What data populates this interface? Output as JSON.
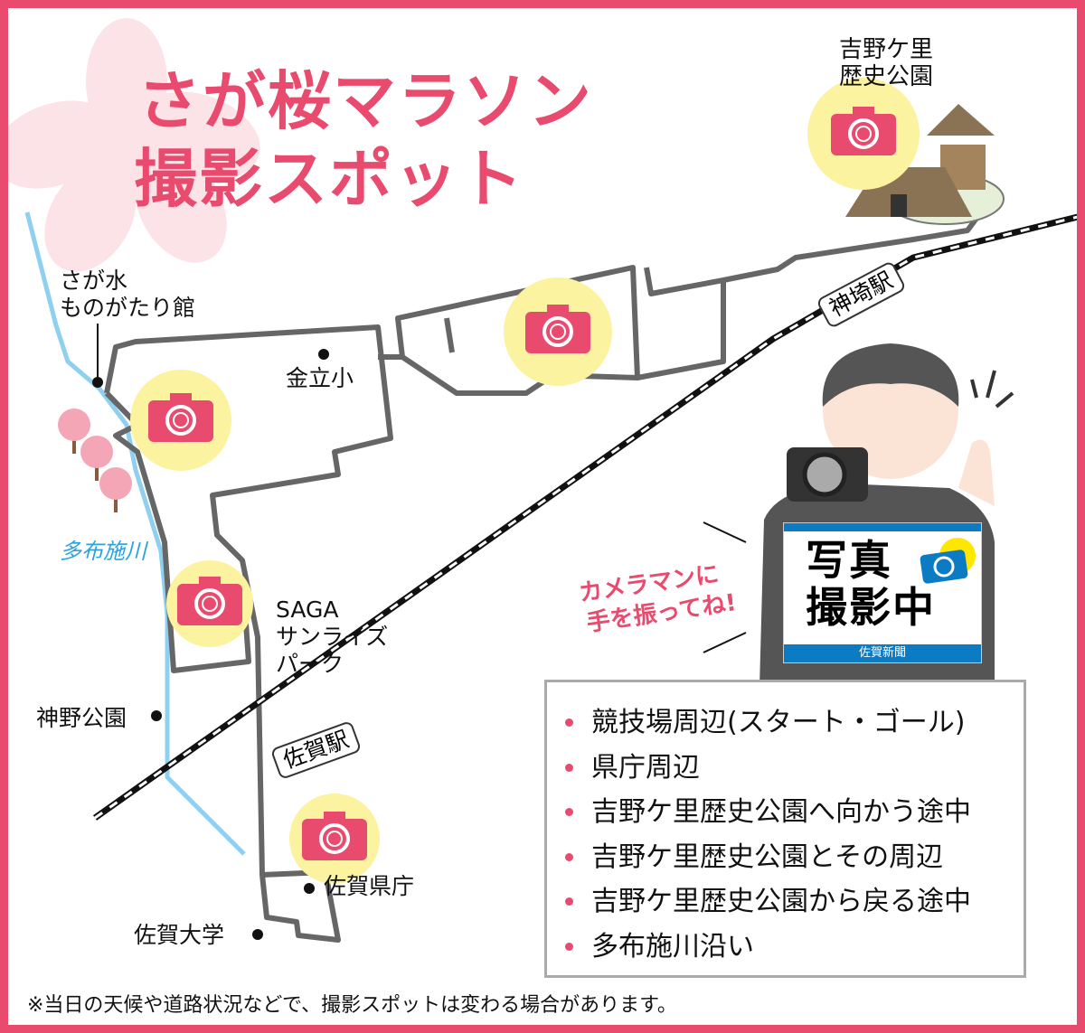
{
  "title": {
    "line1": "さが桜マラソン",
    "line2": "撮影スポット"
  },
  "places": {
    "yoshinogari": "吉野ケ里\n歴史公園",
    "yoshinogari_line1": "吉野ケ里",
    "yoshinogari_line2": "歴史公園",
    "sagamizu_line1": "さが水",
    "sagamizu_line2": "ものがたり館",
    "kanedachi": "金立小",
    "sunrise_line1": "SAGA",
    "sunrise_line2": "サンライズ",
    "sunrise_line3": "パーク",
    "kounokoen": "神野公園",
    "kencho": "佐賀県庁",
    "sagadaigaku": "佐賀大学",
    "river": "多布施川"
  },
  "stations": {
    "kanzaki": "神埼駅",
    "saga": "佐賀駅"
  },
  "sign": {
    "line1": "写真",
    "line2": "撮影中",
    "footer": "佐賀新聞"
  },
  "callout": {
    "line1": "カメラマンに",
    "line2": "手を振ってね!"
  },
  "legend": {
    "items": [
      "競技場周辺(スタート・ゴール)",
      "県庁周辺",
      "吉野ケ里歴史公園へ向かう途中",
      "吉野ケ里歴史公園とその周辺",
      "吉野ケ里歴史公園から戻る途中",
      "多布施川沿い"
    ]
  },
  "note": "※当日の天候や道路状況などで、撮影スポットは変わる場合があります。",
  "colors": {
    "accent": "#e84b6e",
    "road": "#666666",
    "river": "#8fd0f0",
    "spot": "#fbf3a0",
    "sign_blue": "#0b7bc4"
  }
}
